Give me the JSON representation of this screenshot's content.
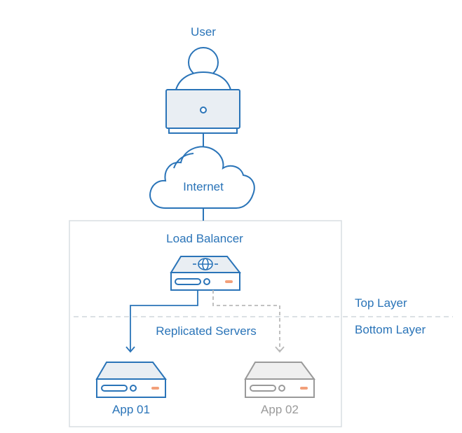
{
  "labels": {
    "user": "User",
    "internet": "Internet",
    "load_balancer": "Load Balancer",
    "top_layer": "Top Layer",
    "bottom_layer": "Bottom Layer",
    "replicated_servers": "Replicated Servers",
    "app_01": "App 01",
    "app_02": "App 02"
  },
  "colors": {
    "primary": "#2a74b8",
    "primary_fill": "#e9eef3",
    "inactive": "#9a9a9a",
    "inactive_fill": "#efefef",
    "accent": "#f2a07a",
    "divider": "#cfd5dc",
    "box_border": "#d9dde2"
  },
  "icons": [
    "user-icon",
    "laptop-icon",
    "cloud-icon",
    "load-balancer-icon",
    "globe-icon",
    "server-icon"
  ]
}
